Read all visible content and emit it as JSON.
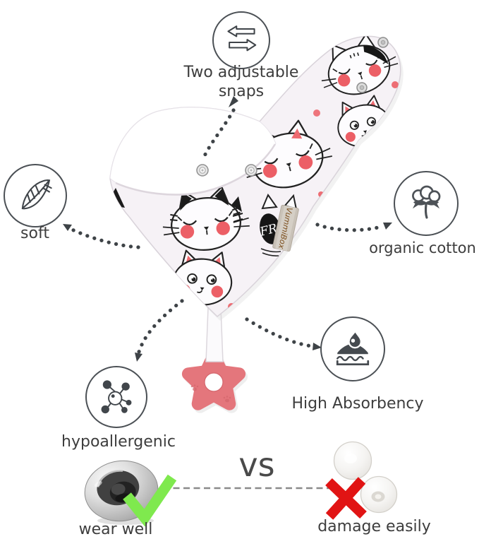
{
  "callouts": {
    "snaps": {
      "label": "Two adjustable snaps",
      "icon": "swap-arrows"
    },
    "soft": {
      "label": "soft",
      "icon": "feather"
    },
    "organic_cotton": {
      "label": "organic cotton",
      "icon": "cotton-boll"
    },
    "hypoallergenic": {
      "label": "hypoallergenic",
      "icon": "molecule"
    },
    "absorbency": {
      "label": "High Absorbency",
      "icon": "water-drop-on-layers"
    }
  },
  "comparison": {
    "vs": "vs",
    "pro": {
      "label": "wear well",
      "icon": "green-check"
    },
    "con": {
      "label": "damage easily",
      "icon": "red-cross"
    }
  },
  "product": {
    "tag_front": "FR",
    "tag_side": "VummiBox"
  },
  "colors": {
    "ink": "#3d3d3d",
    "dotted_line": "#3e4347",
    "fabric": "#f6f2f6",
    "teether_coral": "#e4767c",
    "cheek_red": "#ec5f66",
    "check_green": "#7fe94e",
    "cross_red": "#e11414"
  }
}
